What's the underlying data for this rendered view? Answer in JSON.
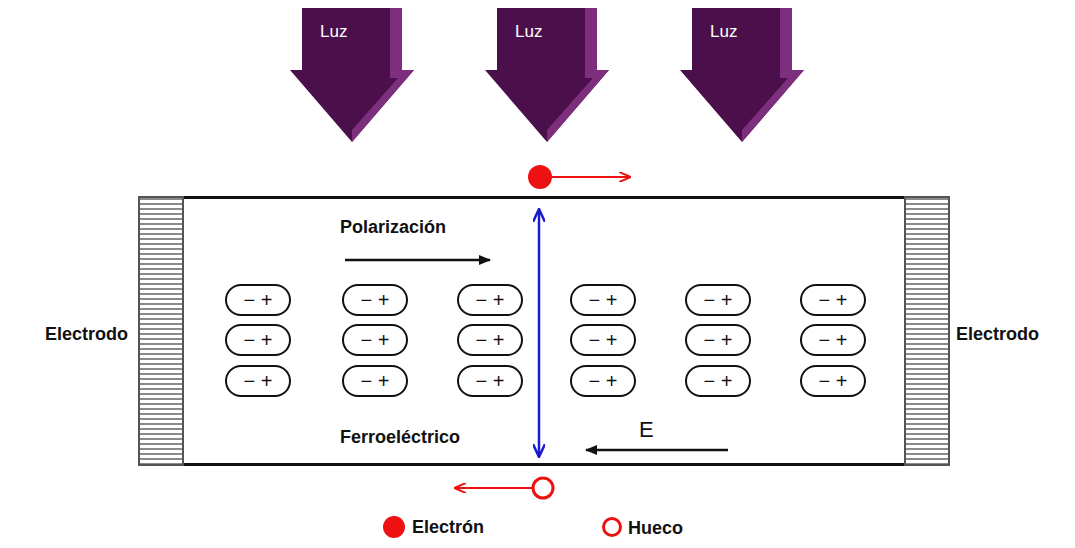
{
  "diagram": {
    "nodes": [
      {
        "text": [
          "Luz"
        ]
      },
      {
        "text": [
          "Luz"
        ]
      },
      {
        "text": [
          "Luz"
        ]
      },
      {
        "text": [
          "Electrodo"
        ]
      },
      {
        "text": [
          "Polarización",
          "Ferroeléctrico",
          "E"
        ]
      },
      {
        "text": [
          "− +"
        ],
        "in": 4
      },
      {
        "text": [
          "− +"
        ],
        "in": 4
      },
      {
        "text": [
          "− +"
        ],
        "in": 4
      },
      {
        "text": [
          "− +"
        ],
        "in": 4
      },
      {
        "text": [
          "− +"
        ],
        "in": 4
      },
      {
        "text": [
          "− +"
        ],
        "in": 4
      },
      {
        "text": [
          "− +"
        ],
        "in": 4
      },
      {
        "text": [
          "− +"
        ],
        "in": 4
      },
      {
        "text": [
          "− +"
        ],
        "in": 4
      },
      {
        "text": [
          "− +"
        ],
        "in": 4
      },
      {
        "text": [
          "− +"
        ],
        "in": 4
      },
      {
        "text": [
          "− +"
        ],
        "in": 4
      },
      {
        "text": [
          "− +"
        ],
        "in": 4
      },
      {
        "text": [
          "− +"
        ],
        "in": 4
      },
      {
        "text": [
          "− +"
        ],
        "in": 4
      },
      {
        "text": [
          "− +"
        ],
        "in": 4
      },
      {
        "text": [
          "− +"
        ],
        "in": 4
      },
      {
        "text": [
          "− +"
        ],
        "in": 4
      },
      {
        "text": [
          "Electrodo"
        ]
      }
    ],
    "legend": [
      {
        "text": "Electrón",
        "color": "#ee1111"
      },
      {
        "text": "Hueco"
      }
    ]
  }
}
